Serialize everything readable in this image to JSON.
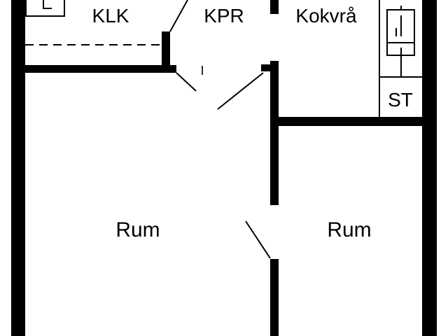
{
  "floor_plan": {
    "rooms": {
      "klk": "KLK",
      "kpr": "KPR",
      "kokvra": "Kokvrå",
      "st": "ST",
      "rum_left": "Rum",
      "rum_right": "Rum"
    },
    "marks": {
      "corridor_mark": "I"
    },
    "colors": {
      "wall": "#000000",
      "background": "#ffffff"
    }
  }
}
